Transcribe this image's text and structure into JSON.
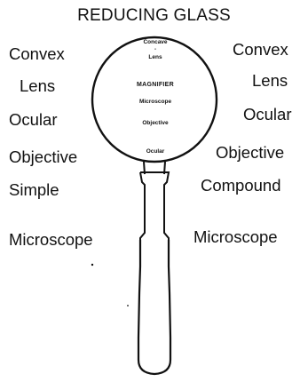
{
  "title": "REDUCING GLASS",
  "left_labels": [
    "Convex",
    "Lens",
    "Ocular",
    "Objective",
    "Simple",
    "Microscope"
  ],
  "right_labels": [
    "Convex",
    "Lens",
    "Ocular",
    "Objective",
    "Compound",
    "Microscope"
  ],
  "lens": {
    "concave": "Concave",
    "dash": "-",
    "lens": "Lens",
    "magnifier": "MAGNIFIER",
    "microscope": "Microscope",
    "objective": "Objective",
    "ocular": "Ocular"
  },
  "colors": {
    "ink": "#111111",
    "background": "#ffffff"
  }
}
